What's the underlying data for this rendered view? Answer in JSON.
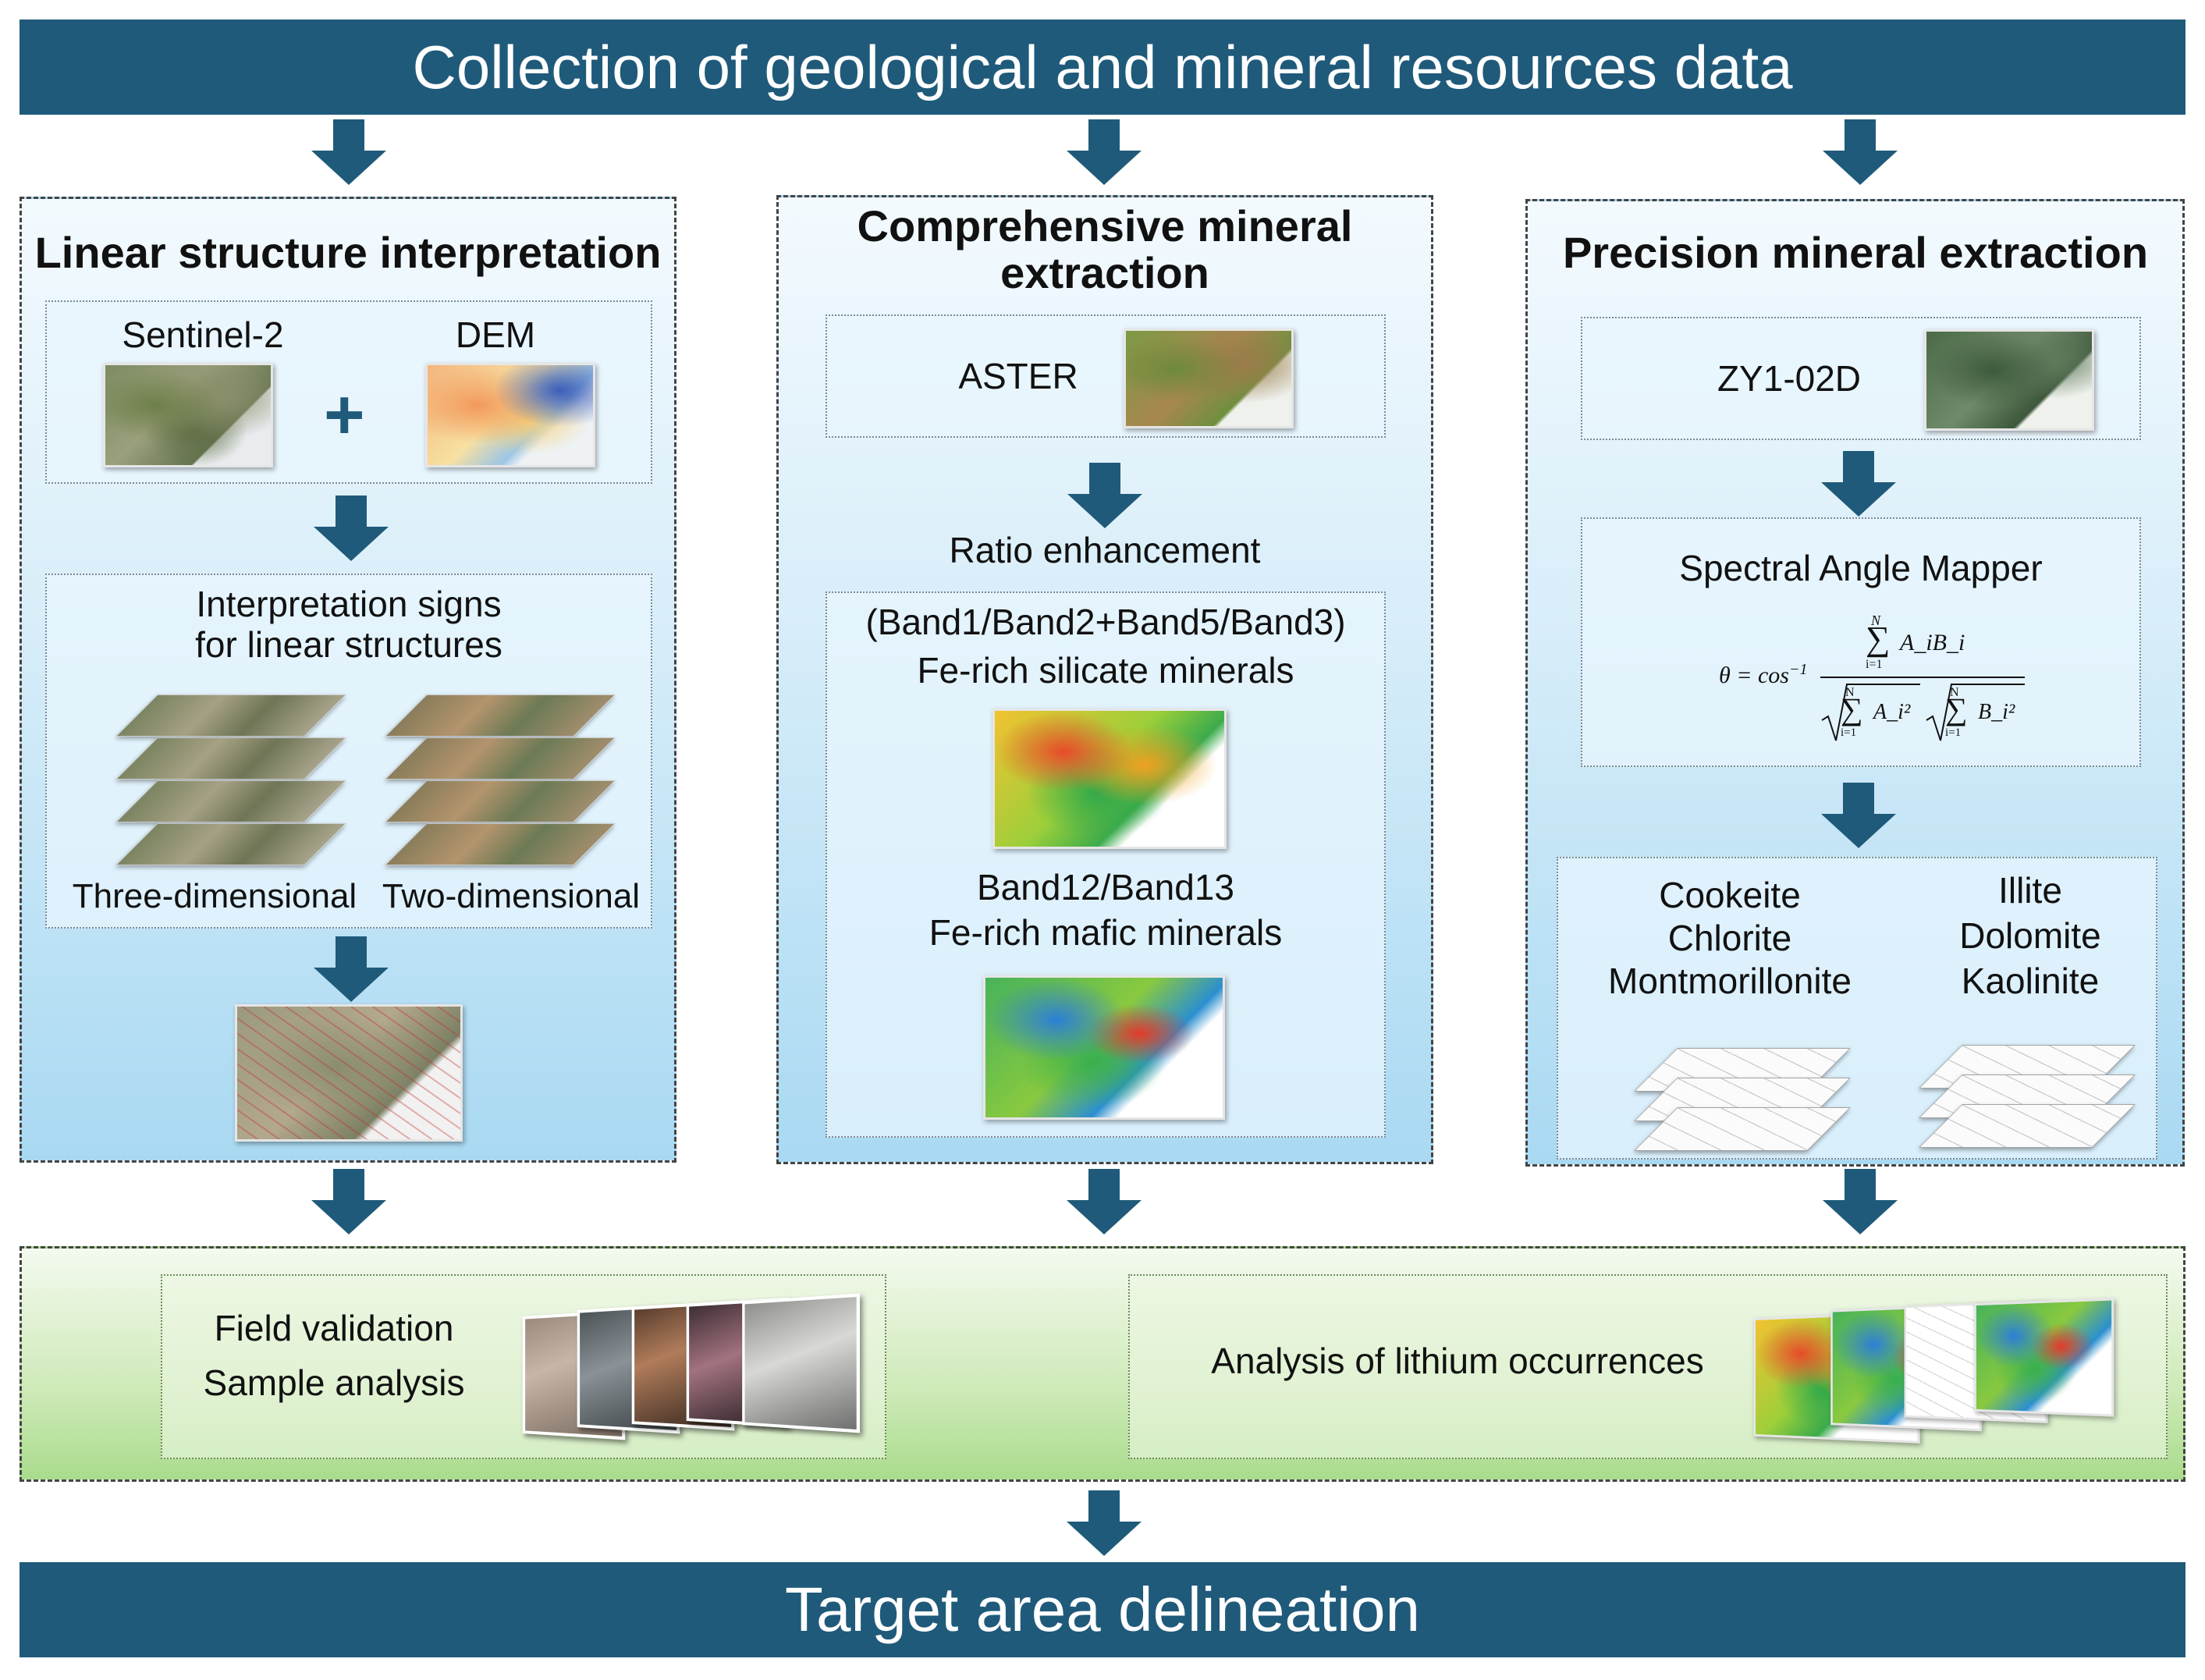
{
  "top_banner": "Collection of geological and mineral resources data",
  "bottom_banner": "Target area delineation",
  "column_linear": {
    "title": "Linear structure interpretation",
    "source_1": "Sentinel-2",
    "plus": "+",
    "source_2": "DEM",
    "signs_line1": "Interpretation signs",
    "signs_line2": "for linear structures",
    "view_3d": "Three-dimensional",
    "view_2d": "Two-dimensional"
  },
  "column_comprehensive": {
    "title_line1": "Comprehensive mineral",
    "title_line2": "extraction",
    "source": "ASTER",
    "method": "Ratio enhancement",
    "ratio1_formula": "(Band1/Band2+Band5/Band3)",
    "ratio1_label": "Fe-rich silicate minerals",
    "ratio2_formula": "Band12/Band13",
    "ratio2_label": "Fe-rich mafic minerals"
  },
  "column_precision": {
    "title": "Precision mineral extraction",
    "source": "ZY1-02D",
    "method": "Spectral Angle Mapper",
    "formula": {
      "lhs": "θ = cos",
      "exp": "−1",
      "sum_top": "N",
      "sum_bottom": "i=1",
      "numerator_term": "A_iB_i",
      "denominator_a": "A_i²",
      "denominator_b": "B_i²"
    },
    "minerals_left": [
      "Cookeite",
      "Chlorite",
      "Montmorillonite"
    ],
    "minerals_right": [
      "Illite",
      "Dolomite",
      "Kaolinite"
    ]
  },
  "validation": {
    "line1": "Field validation",
    "line2": "Sample analysis",
    "lithium": "Analysis of lithium occurrences"
  },
  "colors": {
    "banner": "#1f5a7a",
    "arrow": "#1f5a7a",
    "column_gradient_bottom": "#a9d9f2",
    "validation_gradient_bottom": "#a9dc8c"
  }
}
